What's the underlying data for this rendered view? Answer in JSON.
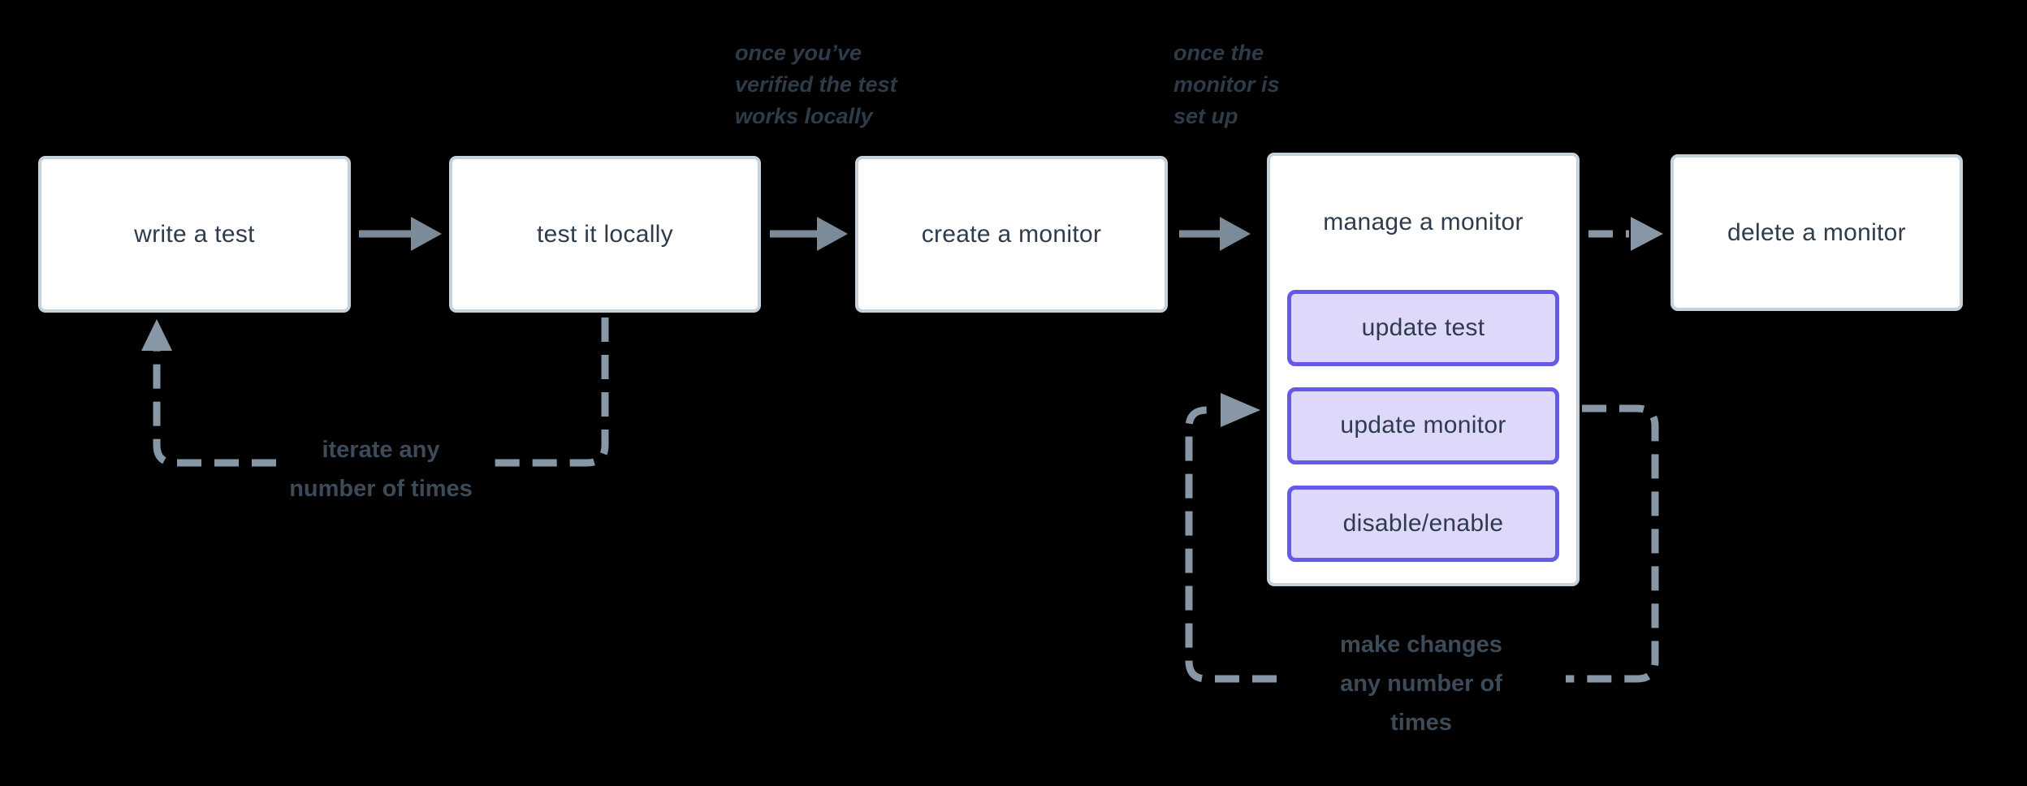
{
  "colors": {
    "bg": "#000000",
    "box_border": "#c5d2dc",
    "box_fill": "#ffffff",
    "box_text": "#2e3c4b",
    "arrow": "#7c8b99",
    "dash": "#8897a6",
    "purple_border": "#6459e9",
    "purple_fill": "#ded9fb",
    "note_text": "#2e3b49",
    "loop_text": "#3d4b59"
  },
  "diagram": {
    "nodes": {
      "write_test": {
        "label": "write a test"
      },
      "test_locally": {
        "label": "test it locally"
      },
      "create_monitor": {
        "label": "create a monitor"
      },
      "manage_monitor": {
        "label": "manage a monitor",
        "actions": [
          "update test",
          "update monitor",
          "disable/enable"
        ]
      },
      "delete_monitor": {
        "label": "delete a monitor"
      }
    },
    "annotations": {
      "verified": {
        "lines": [
          "once you’ve",
          "verified the test",
          "works locally"
        ]
      },
      "setup": {
        "lines": [
          "once the",
          "monitor is",
          "set up"
        ]
      },
      "iterate": {
        "lines": [
          "iterate any",
          "number of times"
        ]
      },
      "make_changes": {
        "lines": [
          "make changes",
          "any number of",
          "times"
        ]
      }
    }
  }
}
